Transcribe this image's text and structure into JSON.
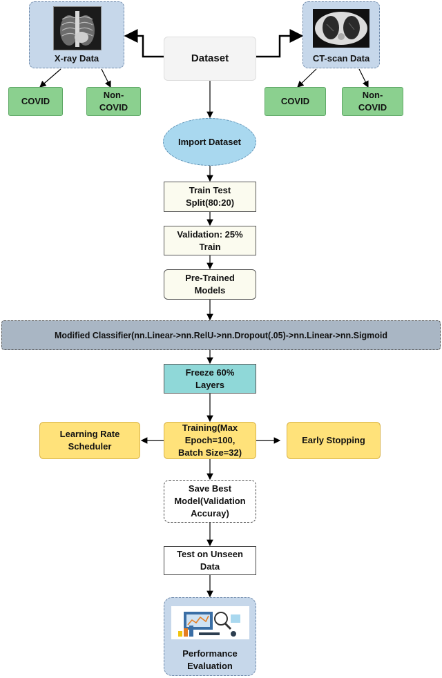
{
  "nodes": {
    "xray_label": "X-ray Data",
    "ct_label": "CT-scan Data",
    "dataset": "Dataset",
    "xray_covid": "COVID",
    "xray_noncovid": "Non-\nCOVID",
    "ct_covid": "COVID",
    "ct_noncovid": "Non-\nCOVID",
    "import_dataset": "Import Dataset",
    "train_test_split": "Train Test\nSplit(80:20)",
    "validation": "Validation: 25%\nTrain",
    "pretrained": "Pre-Trained\nModels",
    "modified_classifier": "Modified Classifier(nn.Linear->nn.RelU->nn.Dropout(.05)->nn.Linear->nn.Sigmoid",
    "freeze": "Freeze 60%\nLayers",
    "training": "Training(Max\nEpoch=100,\nBatch Size=32)",
    "lr_scheduler": "Learning Rate\nScheduler",
    "early_stopping": "Early Stopping",
    "save_best": "Save Best\nModel(Validation\nAccuray)",
    "test_unseen": "Test on Unseen\nData",
    "performance": "Performance\nEvaluation"
  },
  "colors": {
    "green": "#8bd08f",
    "yellow": "#ffe27a",
    "teal": "#8fd8d8",
    "sky": "#a9d8ef",
    "slate": "#a9b6c4",
    "pale_blue": "#c6d7ea"
  },
  "icons": [
    "xray-icon",
    "ct-scan-icon",
    "analytics-icon"
  ]
}
